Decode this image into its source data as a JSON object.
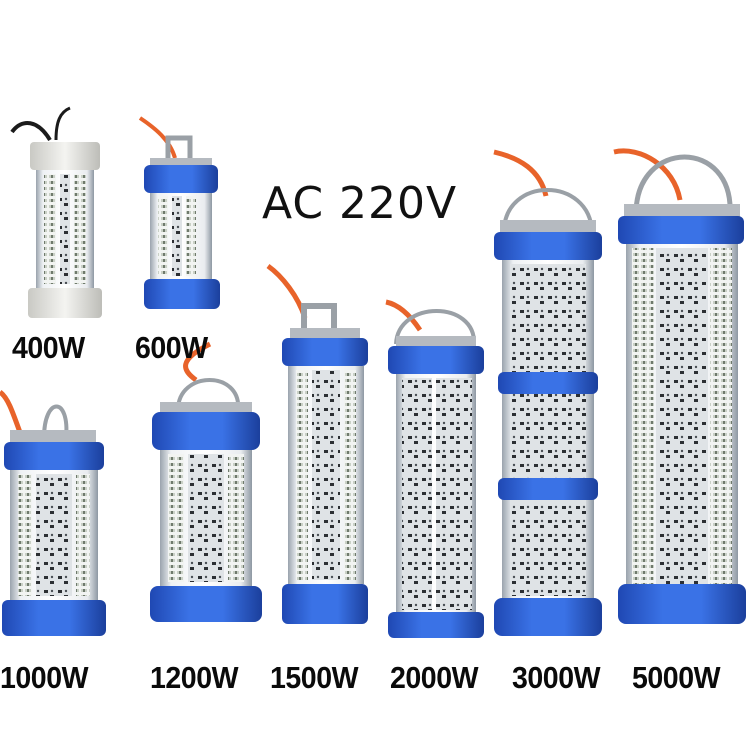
{
  "image": {
    "voltage_text": "AC 220V",
    "products": [
      {
        "wattage": "400W",
        "body": "white"
      },
      {
        "wattage": "600W",
        "body": "blue"
      },
      {
        "wattage": "1000W",
        "body": "blue"
      },
      {
        "wattage": "1200W",
        "body": "blue"
      },
      {
        "wattage": "1500W",
        "body": "blue"
      },
      {
        "wattage": "2000W",
        "body": "blue"
      },
      {
        "wattage": "3000W",
        "body": "blue"
      },
      {
        "wattage": "5000W",
        "body": "blue"
      }
    ]
  },
  "colors": {
    "background": "#ffffff",
    "housing_blue": "#2f63d6",
    "housing_white": "#e6e6e2",
    "cable_orange": "#e8632a",
    "metal": "#9aa0a6",
    "text": "#0a0a0a"
  }
}
